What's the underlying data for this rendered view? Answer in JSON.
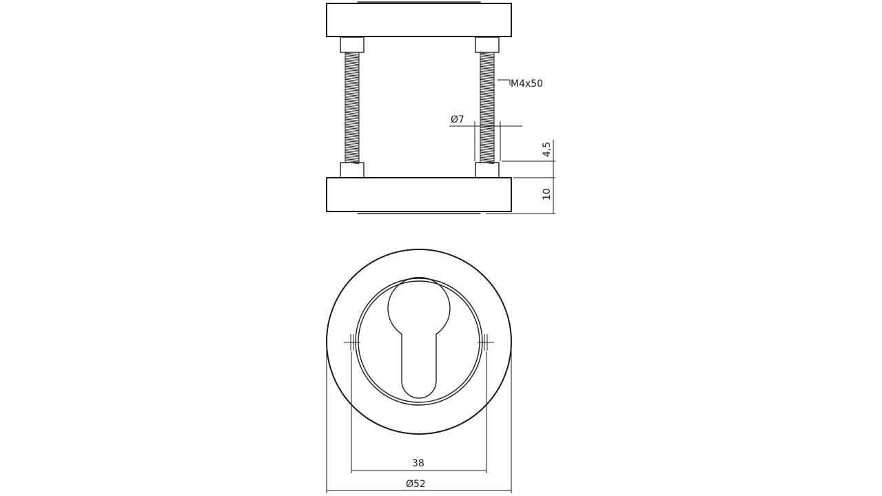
{
  "dimensions": {
    "screw": "M4x50",
    "hole_diameter": "Ø7",
    "offset": "4,5",
    "thickness": "10",
    "hole_spacing": "38",
    "outer_diameter": "Ø52"
  },
  "colors": {
    "line": "#1a1a1a",
    "background": "#ffffff"
  }
}
